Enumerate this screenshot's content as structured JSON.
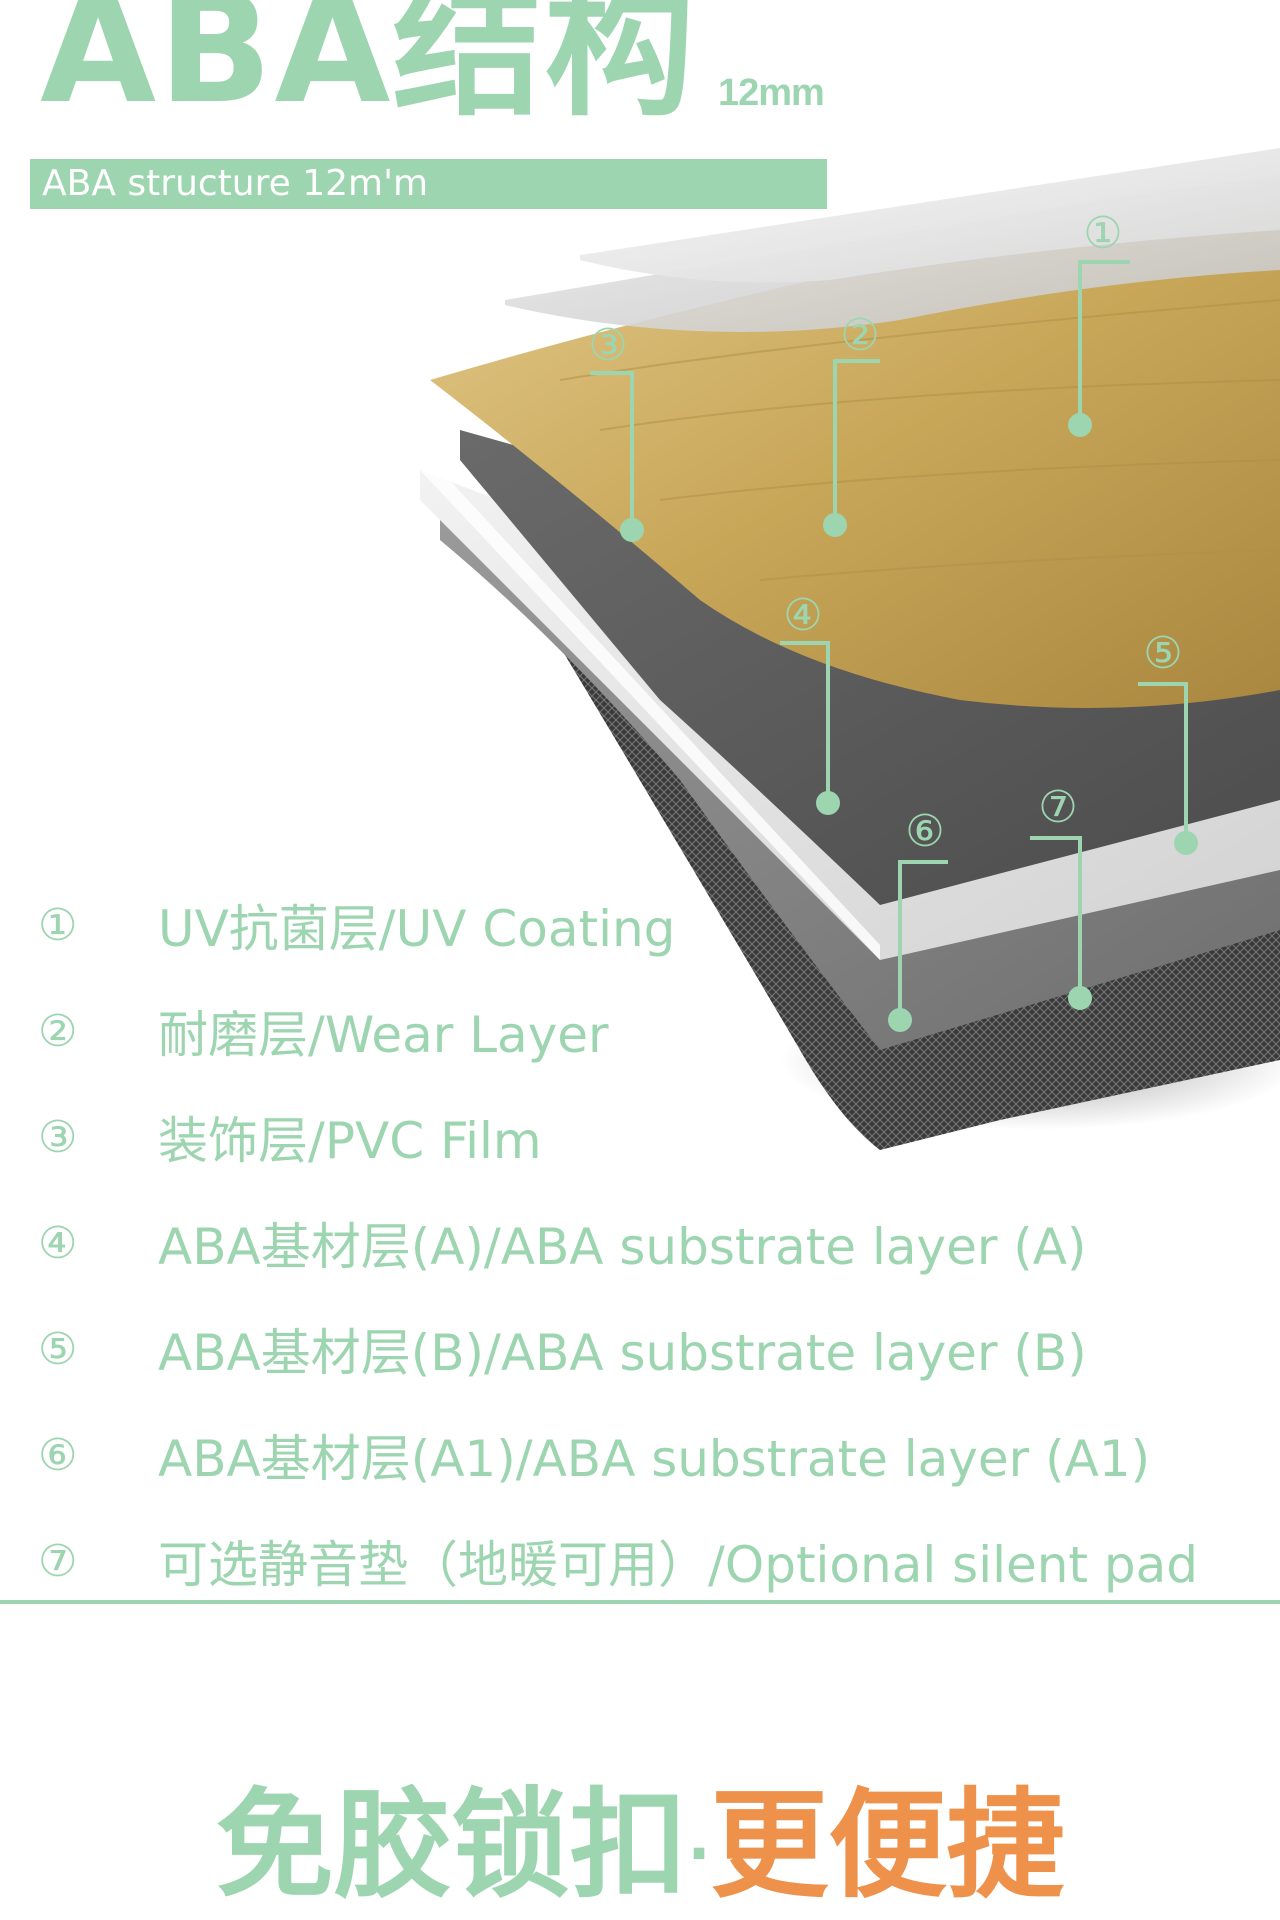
{
  "header": {
    "title": "ABA结构",
    "size": "12mm",
    "subtitle": "ABA structure 12m'm"
  },
  "callouts": [
    "①",
    "②",
    "③",
    "④",
    "⑤",
    "⑥",
    "⑦"
  ],
  "legend": [
    {
      "num": "①",
      "label": "UV抗菌层/UV Coating"
    },
    {
      "num": "②",
      "label": "耐磨层/Wear Layer"
    },
    {
      "num": "③",
      "label": "装饰层/PVC Film"
    },
    {
      "num": "④",
      "label": "ABA基材层(A)/ABA substrate layer (A)"
    },
    {
      "num": "⑤",
      "label": "ABA基材层(B)/ABA substrate layer (B)"
    },
    {
      "num": "⑥",
      "label": "ABA基材层(A1)/ABA substrate layer (A1)"
    },
    {
      "num": "⑦",
      "label": "可选静音垫（地暖可用）/Optional silent pad"
    }
  ],
  "slogan": {
    "part1": "免胶锁扣",
    "dot": "·",
    "part2": "更便捷"
  },
  "colors": {
    "accent_green": "#9dd5b0",
    "accent_orange": "#ee914b"
  }
}
